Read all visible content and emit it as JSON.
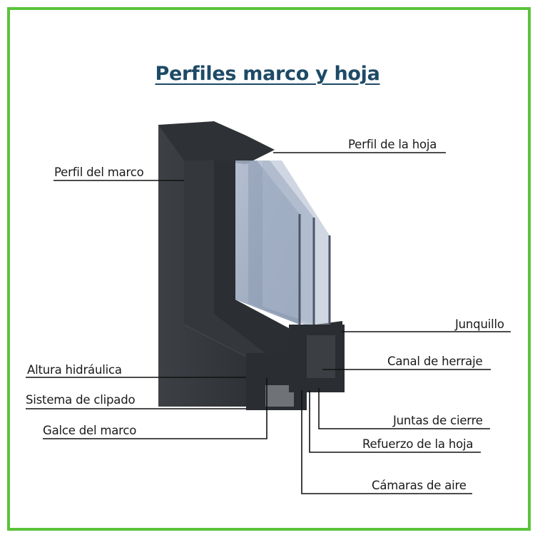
{
  "title": "Perfiles marco y hoja",
  "colors": {
    "border": "#5ac33c",
    "title": "#1d4a66",
    "profile": "#3a3d42",
    "glass": "#9aa7bf"
  },
  "labels": {
    "perfil_hoja": "Perfil de la hoja",
    "perfil_marco": "Perfil del marco",
    "junquillo": "Junquillo",
    "canal_herraje": "Canal de herraje",
    "altura_hidraulica": "Altura hidráulica",
    "sistema_clipado": "Sistema de clipado",
    "galce_marco": "Galce del marco",
    "juntas_cierre": "Juntas de cierre",
    "refuerzo_hoja": "Refuerzo de la hoja",
    "camaras_aire": "Cámaras de aire"
  }
}
